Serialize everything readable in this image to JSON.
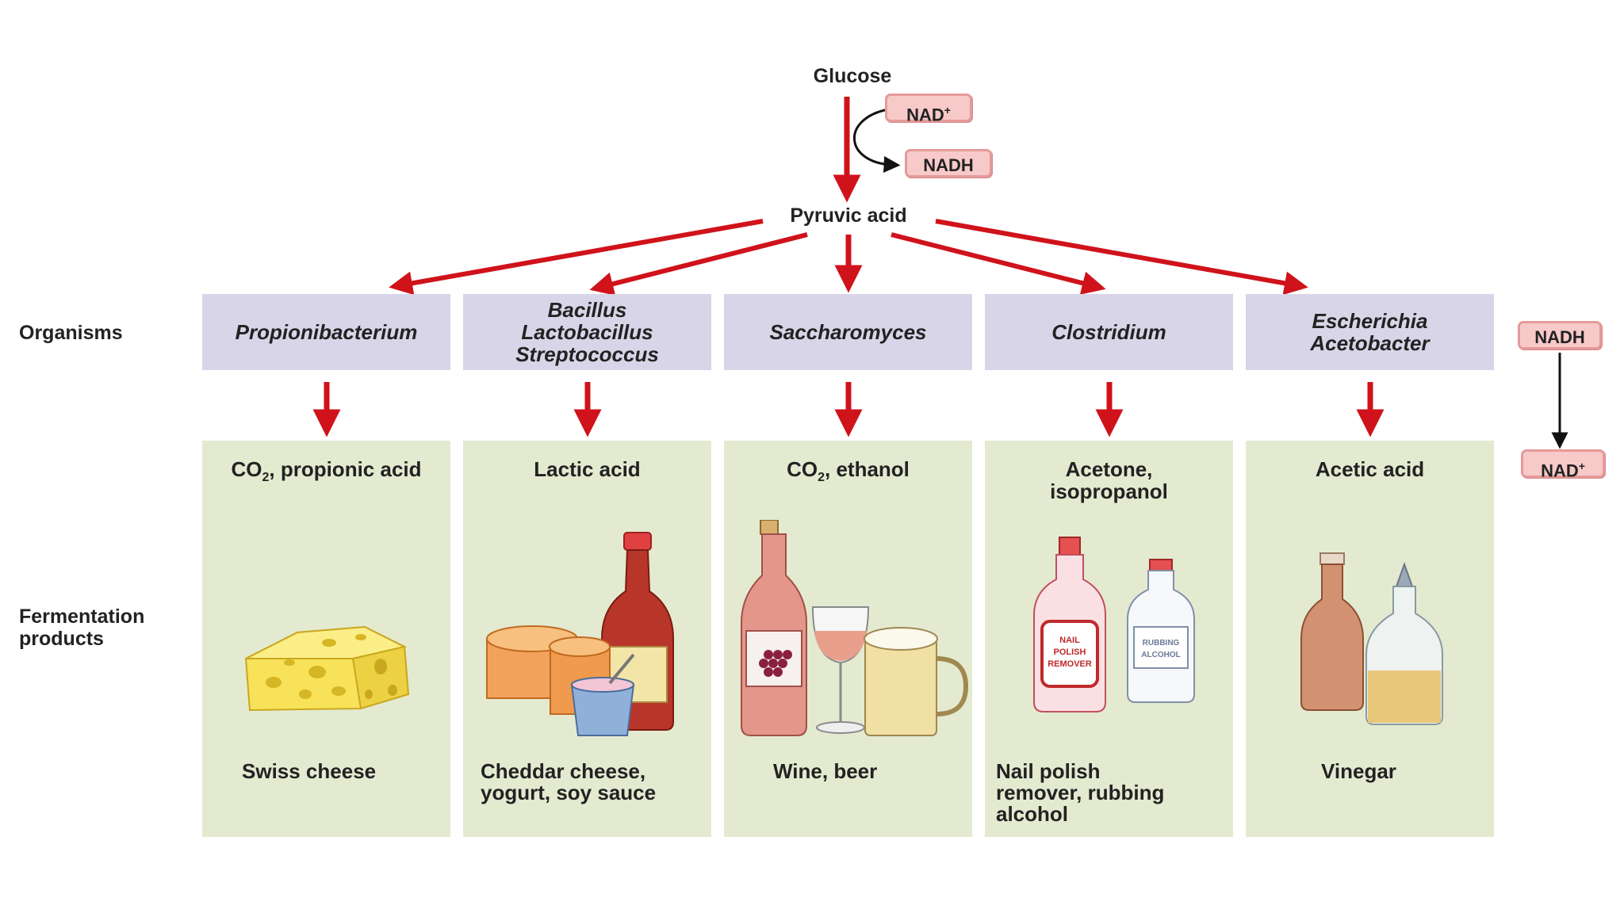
{
  "pathway": {
    "glucose": "Glucose",
    "nad_plus": "NAD",
    "nad_plus_sup": "+",
    "nadh": "NADH",
    "pyruvic_acid": "Pyruvic acid"
  },
  "row_labels": {
    "organisms": "Organisms",
    "fermentation_line1": "Fermentation",
    "fermentation_line2": "products"
  },
  "side_cycle": {
    "nadh": "NADH",
    "nad_plus": "NAD",
    "nad_plus_sup": "+"
  },
  "columns": [
    {
      "organisms": [
        "Propionibacterium"
      ],
      "product_html": "CO<sub>2</sub>, propionic acid",
      "product_lines": [
        "CO2, propionic acid"
      ],
      "food_lines": [
        "Swiss cheese"
      ],
      "illustration": "swiss-cheese-icon"
    },
    {
      "organisms": [
        "Bacillus",
        "Lactobacillus",
        "Streptococcus"
      ],
      "product_lines": [
        "Lactic acid"
      ],
      "food_lines": [
        "Cheddar cheese,",
        "yogurt, soy sauce"
      ],
      "illustration": "cheddar-yogurt-soy-sauce-icon"
    },
    {
      "organisms": [
        "Saccharomyces"
      ],
      "product_lines": [
        "CO2, ethanol"
      ],
      "food_lines": [
        "Wine, beer"
      ],
      "illustration": "wine-beer-icon"
    },
    {
      "organisms": [
        "Clostridium"
      ],
      "product_lines": [
        "Acetone,",
        "isopropanol"
      ],
      "food_lines": [
        "Nail polish",
        "remover, rubbing",
        "alcohol"
      ],
      "illustration": "nail-polish-remover-rubbing-alcohol-icon"
    },
    {
      "organisms": [
        "Escherichia",
        "Acetobacter"
      ],
      "product_lines": [
        "Acetic acid"
      ],
      "food_lines": [
        "Vinegar"
      ],
      "illustration": "vinegar-bottles-icon"
    }
  ],
  "bottle_labels": {
    "nail_polish": [
      "NAIL",
      "POLISH",
      "REMOVER"
    ],
    "rubbing_alcohol": [
      "RUBBING",
      "ALCOHOL"
    ]
  },
  "colors": {
    "arrow_red": "#d0121b",
    "organism_box": "#d9d5e8",
    "product_box": "#e3ead0",
    "nad_badge": "#f8c9c9"
  }
}
